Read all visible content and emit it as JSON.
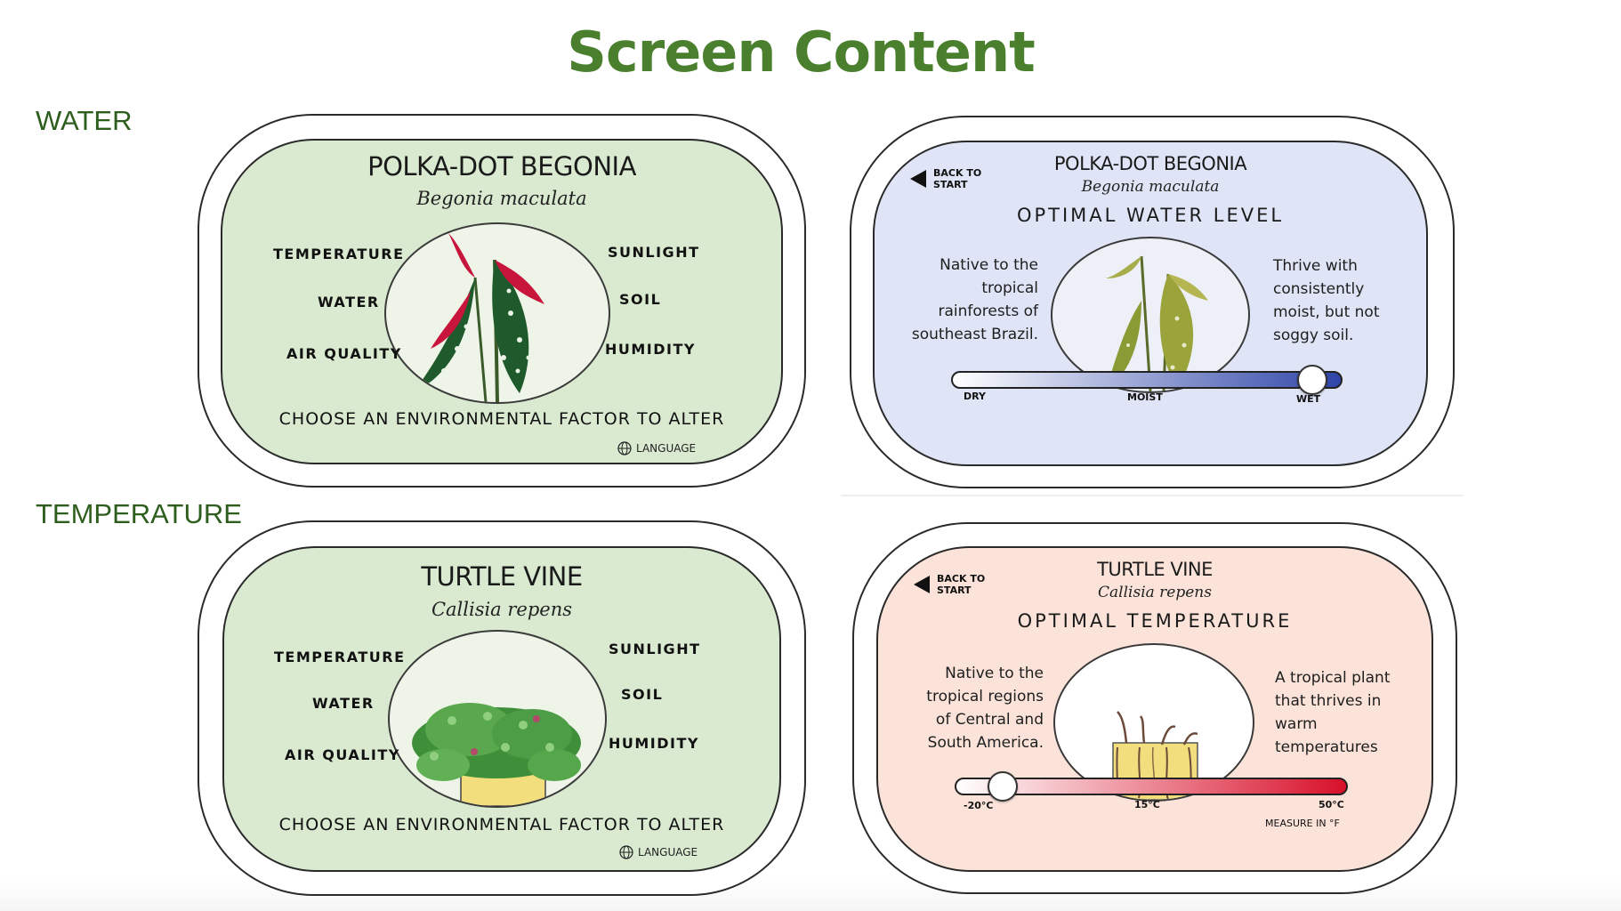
{
  "page": {
    "title": "Screen Content",
    "sections": {
      "water": "WATER",
      "temperature": "TEMPERATURE"
    }
  },
  "screens": {
    "begonia_home": {
      "title": "POLKA-DOT BEGONIA",
      "scientific_name": "Begonia maculata",
      "factors": {
        "temperature": "TEMPERATURE",
        "water": "WATER",
        "air_quality": "AIR QUALITY",
        "sunlight": "SUNLIGHT",
        "soil": "SOIL",
        "humidity": "HUMIDITY"
      },
      "instruction": "CHOOSE AN ENVIRONMENTAL FACTOR TO ALTER",
      "language_label": "LANGUAGE"
    },
    "begonia_water": {
      "back_label": "BACK TO START",
      "title": "POLKA-DOT BEGONIA",
      "scientific_name": "Begonia maculata",
      "heading": "OPTIMAL WATER LEVEL",
      "left_text": "Native to the tropical rainforests of southeast Brazil.",
      "right_text": "Thrive with consistently moist, but not soggy soil.",
      "slider": {
        "min_label": "DRY",
        "mid_label": "MOIST",
        "max_label": "WET",
        "value_fraction": 0.93
      }
    },
    "turtle_home": {
      "title": "TURTLE VINE",
      "scientific_name": "Callisia repens",
      "factors": {
        "temperature": "TEMPERATURE",
        "water": "WATER",
        "air_quality": "AIR QUALITY",
        "sunlight": "SUNLIGHT",
        "soil": "SOIL",
        "humidity": "HUMIDITY"
      },
      "instruction": "CHOOSE AN ENVIRONMENTAL FACTOR TO ALTER",
      "language_label": "LANGUAGE"
    },
    "turtle_temp": {
      "back_label": "BACK TO START",
      "title": "TURTLE VINE",
      "scientific_name": "Callisia repens",
      "heading": "OPTIMAL TEMPERATURE",
      "left_text": "Native to the tropical regions of Central and South America.",
      "right_text": "A tropical plant that thrives in warm temperatures",
      "slider": {
        "min_label": "-20°C",
        "mid_label": "15°C",
        "max_label": "50°C",
        "value_fraction": 0.12
      },
      "measure_label": "MEASURE IN °F"
    }
  },
  "colors": {
    "title_green": "#4a7f2e",
    "panel_green": "#d9ead1",
    "panel_blue": "#dfe4f6",
    "panel_pink": "#fbe3da",
    "water_slider_end": "#2e45a8",
    "temp_slider_end": "#d8102a"
  },
  "icons": [
    "globe-icon",
    "back-arrow-icon"
  ]
}
